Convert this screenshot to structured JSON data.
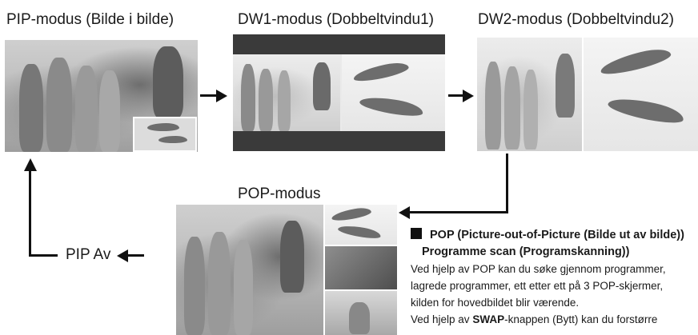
{
  "labels": {
    "pip": "PIP-modus (Bilde i bilde)",
    "dw1": "DW1-modus (Dobbeltvindu1)",
    "dw2": "DW2-modus (Dobbeltvindu2)",
    "pop": "POP-modus",
    "pip_off": "PIP Av"
  },
  "section": {
    "heading_line1": "POP (Picture-out-of-Picture (Bilde ut av bilde))",
    "heading_line2": "Programme scan (Programskanning))",
    "lines": [
      "Ved hjelp av POP kan du søke gjennom programmer,",
      "lagrede programmer, ett etter ett på 3 POP-skjermer,",
      "kilden for hovedbildet blir værende."
    ],
    "swap_prefix": "Ved hjelp av ",
    "swap_bold": "SWAP",
    "swap_suffix": "-knappen (Bytt) kan du forstørre"
  }
}
